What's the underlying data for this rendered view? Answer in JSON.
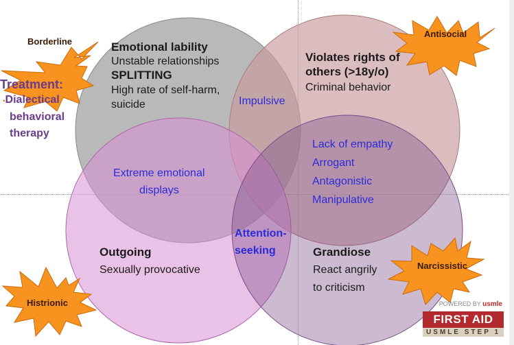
{
  "colors": {
    "borderline_circle": "#9e9e9e",
    "antisocial_circle": "#c79a9e",
    "histrionic_circle": "#d98fd6",
    "narcissistic_circle": "#7a4a86",
    "burst": "#f7931e",
    "blue_text": "#2b2bd9",
    "treatment_text": "#6a3a8c"
  },
  "labels": {
    "borderline": "Borderline",
    "antisocial": "Antisocial",
    "histrionic": "Histrionic",
    "narcissistic": "Narcissistic"
  },
  "treatment": {
    "heading": "Treatment:",
    "bullet": "▪",
    "line1": "Dialectical",
    "line2": "behavioral",
    "line3": "therapy"
  },
  "borderline_traits": {
    "line1": "Emotional lability",
    "line2": "Unstable relationships",
    "line3": "SPLITTING",
    "line4": "High rate of self-harm,",
    "line5": "suicide"
  },
  "antisocial_traits": {
    "line1": "Violates rights of",
    "line2": "others (>18y/o)",
    "line3": "Criminal behavior"
  },
  "overlaps": {
    "borderline_antisocial": "Impulsive",
    "borderline_histrionic_line1": "Extreme emotional",
    "borderline_histrionic_line2": "displays",
    "antisocial_narcissistic": [
      "Lack of empathy",
      "Arrogant",
      "Antagonistic",
      "Manipulative"
    ],
    "histrionic_narcissistic_line1": "Attention-",
    "histrionic_narcissistic_line2": "seeking"
  },
  "histrionic_traits": {
    "line1": "Outgoing",
    "line2": "Sexually provocative"
  },
  "narcissistic_traits": {
    "line1": "Grandiose",
    "line2": "React angrily",
    "line3": "to criticism"
  },
  "logo": {
    "powered": "POWERED BY",
    "brand": "usmle",
    "title": "FIRST AID",
    "subtitle": "USMLE STEP 1"
  }
}
